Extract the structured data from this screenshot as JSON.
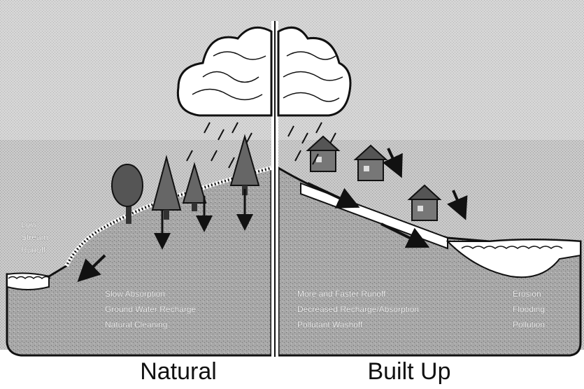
{
  "colors": {
    "sky": "#c9c9c9",
    "ground": "#a8a8a8",
    "water": "#b4b4b4",
    "outline": "#111111",
    "label_text": "#f2f2f2",
    "caption_text": "#111111"
  },
  "natural": {
    "runoff_label_lines": [
      "Low",
      "Stream",
      "Runoff"
    ],
    "effects_lines": [
      "Slow Absorption",
      "Ground Water Recharge",
      "Natural Cleaning"
    ],
    "caption": "Natural"
  },
  "built_up": {
    "effects_lines": [
      "More and Faster Runoff",
      "Decreased Recharge/Absorption",
      "Pollutant Washoff"
    ],
    "impacts_lines": [
      "Erosion",
      "Flooding",
      "Pollution"
    ],
    "caption": "Built Up"
  }
}
